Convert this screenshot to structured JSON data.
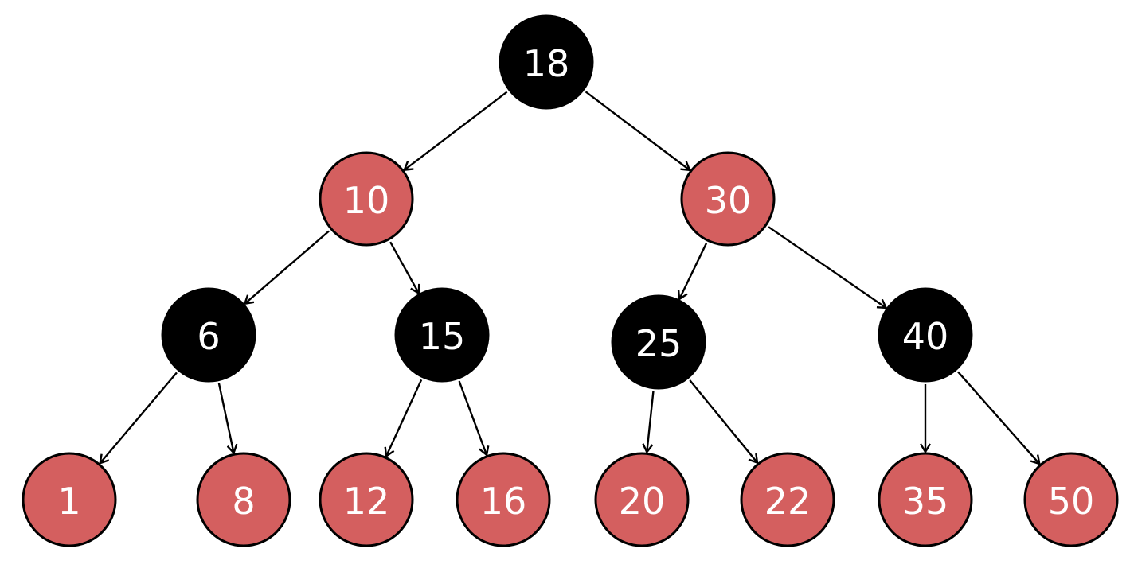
{
  "colors": {
    "black_node": "#000000",
    "red_node": "#d45f5f",
    "label": "#ffffff",
    "edge": "#000000"
  },
  "nodes": [
    {
      "id": "n18",
      "label": "18",
      "color": "black"
    },
    {
      "id": "n10",
      "label": "10",
      "color": "red"
    },
    {
      "id": "n30",
      "label": "30",
      "color": "red"
    },
    {
      "id": "n6",
      "label": "6",
      "color": "black"
    },
    {
      "id": "n15",
      "label": "15",
      "color": "black"
    },
    {
      "id": "n25",
      "label": "25",
      "color": "black"
    },
    {
      "id": "n40",
      "label": "40",
      "color": "black"
    },
    {
      "id": "n1",
      "label": "1",
      "color": "red"
    },
    {
      "id": "n8",
      "label": "8",
      "color": "red"
    },
    {
      "id": "n12",
      "label": "12",
      "color": "red"
    },
    {
      "id": "n16",
      "label": "16",
      "color": "red"
    },
    {
      "id": "n20",
      "label": "20",
      "color": "red"
    },
    {
      "id": "n22",
      "label": "22",
      "color": "red"
    },
    {
      "id": "n35",
      "label": "35",
      "color": "red"
    },
    {
      "id": "n50",
      "label": "50",
      "color": "red"
    }
  ],
  "edges": [
    {
      "from": "n18",
      "to": "n10"
    },
    {
      "from": "n18",
      "to": "n30"
    },
    {
      "from": "n10",
      "to": "n6"
    },
    {
      "from": "n10",
      "to": "n15"
    },
    {
      "from": "n30",
      "to": "n25"
    },
    {
      "from": "n30",
      "to": "n40"
    },
    {
      "from": "n6",
      "to": "n1"
    },
    {
      "from": "n6",
      "to": "n8"
    },
    {
      "from": "n15",
      "to": "n12"
    },
    {
      "from": "n15",
      "to": "n16"
    },
    {
      "from": "n25",
      "to": "n20"
    },
    {
      "from": "n25",
      "to": "n22"
    },
    {
      "from": "n40",
      "to": "n35"
    },
    {
      "from": "n40",
      "to": "n50"
    }
  ]
}
